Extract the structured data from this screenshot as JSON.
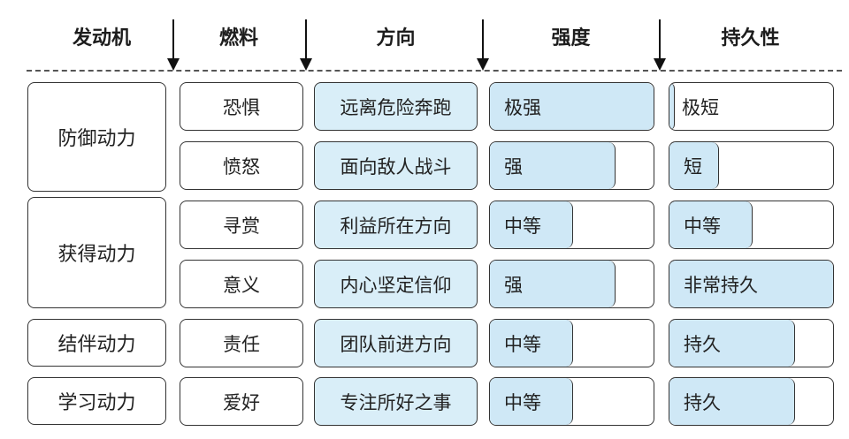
{
  "headers": [
    "发动机",
    "燃料",
    "方向",
    "强度",
    "持久性"
  ],
  "colors": {
    "fill": "#cfe8f6",
    "direction_fill": "#d9eef8",
    "border": "#333333"
  },
  "motors": [
    {
      "label": "防御动力"
    },
    {
      "label": "获得动力"
    },
    {
      "label": "结伴动力"
    },
    {
      "label": "学习动力"
    }
  ],
  "rows": [
    {
      "fuel": "恐惧",
      "direction": "远离危险奔跑",
      "intensity": {
        "label": "极强",
        "level": 1.0
      },
      "duration": {
        "label": "极短",
        "level": 0.03
      }
    },
    {
      "fuel": "愤怒",
      "direction": "面向敌人战斗",
      "intensity": {
        "label": "强",
        "level": 0.77
      },
      "duration": {
        "label": "短",
        "level": 0.3
      }
    },
    {
      "fuel": "寻赏",
      "direction": "利益所在方向",
      "intensity": {
        "label": "中等",
        "level": 0.51
      },
      "duration": {
        "label": "中等",
        "level": 0.51
      }
    },
    {
      "fuel": "意义",
      "direction": "内心坚定信仰",
      "intensity": {
        "label": "强",
        "level": 0.77
      },
      "duration": {
        "label": "非常持久",
        "level": 1.0
      }
    },
    {
      "fuel": "责任",
      "direction": "团队前进方向",
      "intensity": {
        "label": "中等",
        "level": 0.51
      },
      "duration": {
        "label": "持久",
        "level": 0.77
      }
    },
    {
      "fuel": "爱好",
      "direction": "专注所好之事",
      "intensity": {
        "label": "中等",
        "level": 0.51
      },
      "duration": {
        "label": "持久",
        "level": 0.77
      }
    }
  ]
}
